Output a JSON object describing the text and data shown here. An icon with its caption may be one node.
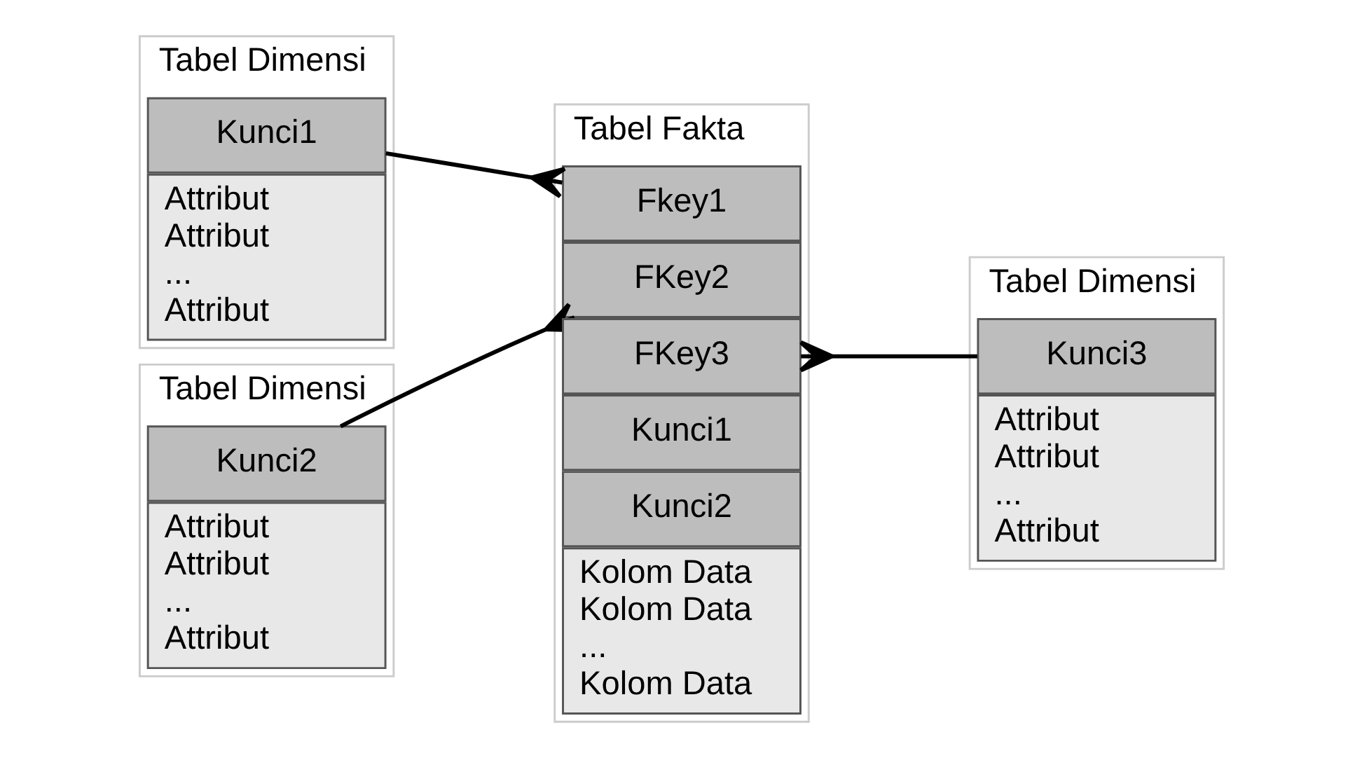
{
  "diagram": {
    "nodes": [
      {
        "text": [
          "Tabel Dimensi"
        ]
      },
      {
        "text": [
          "Kunci1"
        ],
        "in": 0
      },
      {
        "text": [
          "Attribut",
          "Attribut",
          "...",
          "Attribut"
        ],
        "in": 0
      },
      {
        "text": [
          "Tabel Dimensi"
        ]
      },
      {
        "text": [
          "Kunci2"
        ],
        "in": 3
      },
      {
        "text": [
          "Attribut",
          "Attribut",
          "...",
          "Attribut"
        ],
        "in": 3
      },
      {
        "text": [
          "Tabel Fakta"
        ]
      },
      {
        "text": [
          "Fkey1"
        ],
        "in": 6
      },
      {
        "text": [
          "FKey2"
        ],
        "in": 6
      },
      {
        "text": [
          "FKey3"
        ],
        "in": 6
      },
      {
        "text": [
          "Kunci1"
        ],
        "in": 6
      },
      {
        "text": [
          "Kunci2"
        ],
        "in": 6
      },
      {
        "text": [
          "Kolom Data",
          "Kolom Data",
          "...",
          "Kolom Data"
        ],
        "in": 6
      },
      {
        "text": [
          "Tabel Dimensi"
        ]
      },
      {
        "text": [
          "Kunci3"
        ],
        "in": 13
      },
      {
        "text": [
          "Attribut",
          "Attribut",
          "...",
          "Attribut"
        ],
        "in": 13
      }
    ],
    "edges": [
      {
        "from": 1,
        "to": 7,
        "arrow": "other"
      },
      {
        "from": 4,
        "to": 8,
        "arrow": "other"
      },
      {
        "from": 14,
        "to": 9,
        "arrow": "other"
      }
    ]
  }
}
